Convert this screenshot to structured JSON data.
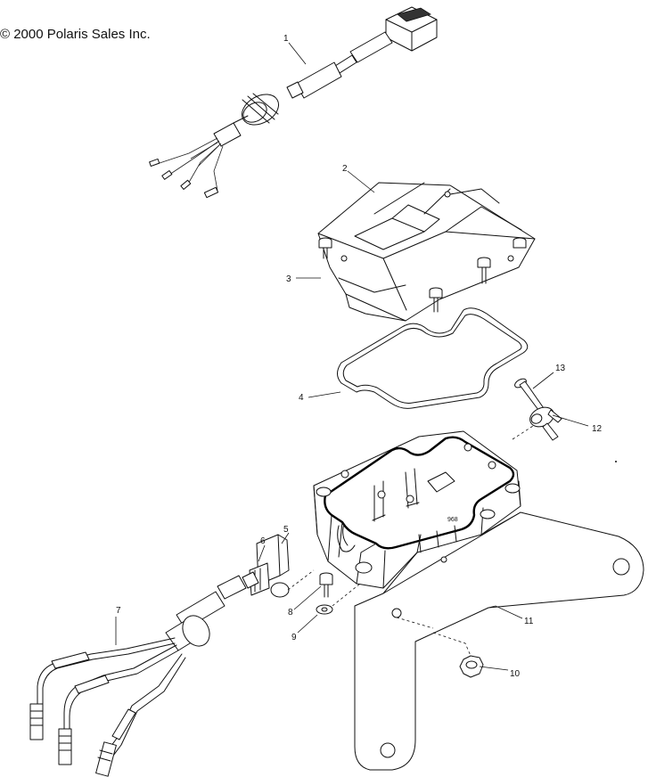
{
  "copyright": "© 2000 Polaris Sales Inc.",
  "callouts": [
    {
      "id": "1",
      "label": "1"
    },
    {
      "id": "2",
      "label": "2"
    },
    {
      "id": "3",
      "label": "3"
    },
    {
      "id": "4",
      "label": "4"
    },
    {
      "id": "5",
      "label": "5"
    },
    {
      "id": "6",
      "label": "6"
    },
    {
      "id": "7",
      "label": "7"
    },
    {
      "id": "8",
      "label": "8"
    },
    {
      "id": "9",
      "label": "9"
    },
    {
      "id": "10",
      "label": "10"
    },
    {
      "id": "11",
      "label": "11"
    },
    {
      "id": "12",
      "label": "12"
    },
    {
      "id": "13",
      "label": "13"
    }
  ],
  "part_marking": "968"
}
